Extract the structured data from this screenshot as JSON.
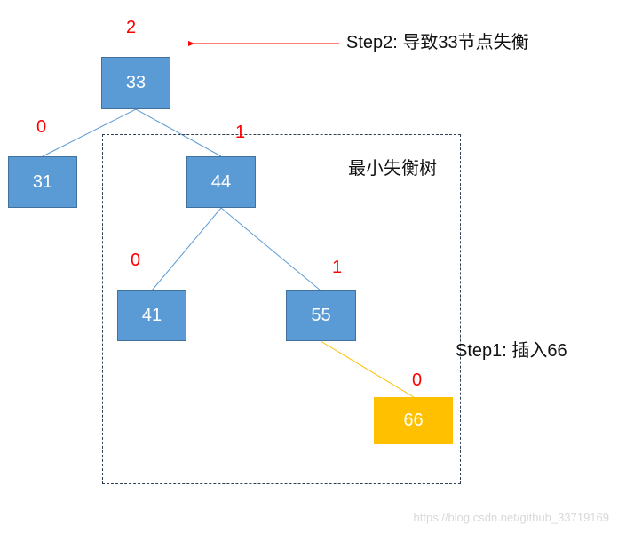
{
  "nodes": {
    "n33": {
      "label": "33",
      "balance": "2"
    },
    "n31": {
      "label": "31",
      "balance": "0"
    },
    "n44": {
      "label": "44",
      "balance": "1"
    },
    "n41": {
      "label": "41",
      "balance": "0"
    },
    "n55": {
      "label": "55",
      "balance": "1"
    },
    "n66": {
      "label": "66",
      "balance": "0"
    }
  },
  "edges": [
    {
      "from": "33",
      "to": "31"
    },
    {
      "from": "33",
      "to": "44"
    },
    {
      "from": "44",
      "to": "41"
    },
    {
      "from": "44",
      "to": "55"
    },
    {
      "from": "55",
      "to": "66",
      "highlight": true
    }
  ],
  "annotations": {
    "step2": "Step2: 导致33节点失衡",
    "step1": "Step1: 插入66",
    "subtree": "最小失衡树"
  },
  "watermark": "https://blog.csdn.net/github_33719169",
  "colors": {
    "node_fill": "#5b9bd5",
    "node_border": "#41719c",
    "inserted_node_fill": "#ffc000",
    "balance_text": "#ff0000",
    "edge": "#5b9bd5",
    "highlight_edge": "#ffc000",
    "arrow": "#ff0000"
  }
}
